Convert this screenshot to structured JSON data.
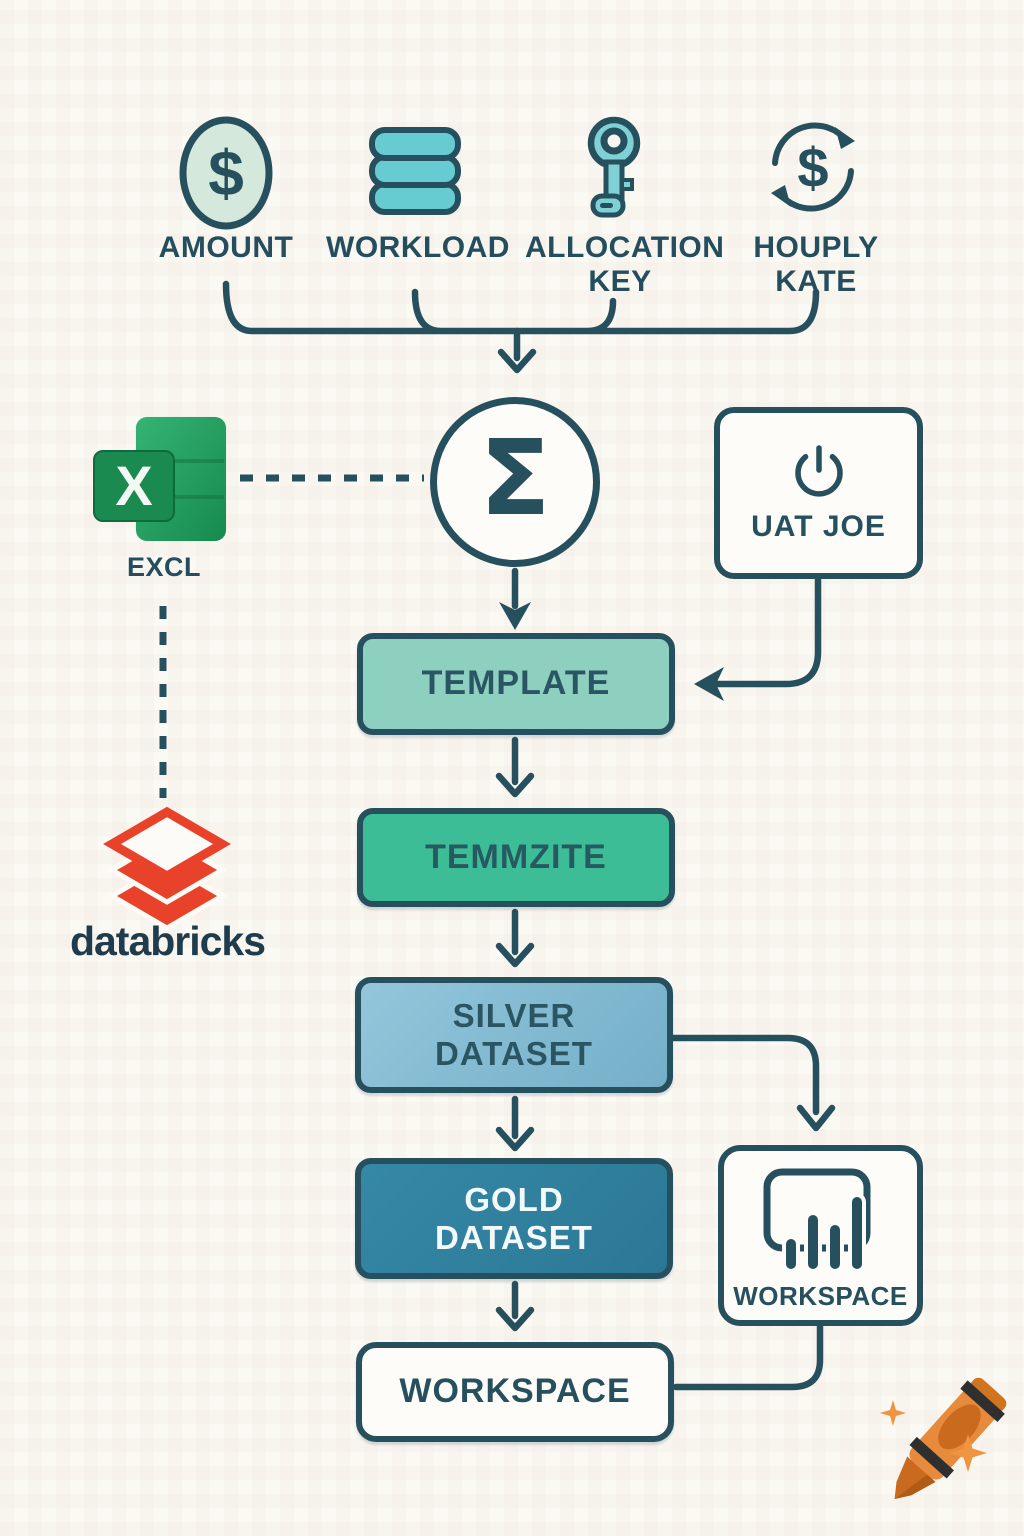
{
  "palette": {
    "ink": "#27505f",
    "background": "#fbf9f4",
    "teal_icon_fill": "#68ccd2",
    "coin_fill": "#d4e9db",
    "template_fill": "#8ed0bf",
    "temmzite_fill": "#3cbd96",
    "silver_fill": "#7fb9d1",
    "gold_fill": "#2e7f9e",
    "databricks_red": "#e8432a",
    "excel_green": "#1e9157",
    "crayon_orange": "#e78a3c"
  },
  "inputs": [
    {
      "label": "AMOUNT",
      "icon": "dollar-coin-icon"
    },
    {
      "label": "WORKLOAD",
      "icon": "database-stack-icon"
    },
    {
      "label": "ALLOCATION\nKEY",
      "icon": "key-icon"
    },
    {
      "label": "HOUPLY\nKATE",
      "icon": "sync-dollar-icon"
    }
  ],
  "aggregator": {
    "symbol": "Σ",
    "icon": "sigma-icon"
  },
  "excel": {
    "label": "EXCL",
    "icon": "excel-icon"
  },
  "databricks": {
    "label": "databricks",
    "icon": "databricks-logo"
  },
  "uat": {
    "label": "UAT JOE",
    "icon": "power-icon"
  },
  "flow": [
    {
      "label": "TEMPLATE"
    },
    {
      "label": "TEMMZITE"
    },
    {
      "label": "SILVER\nDATASET"
    },
    {
      "label": "GOLD\nDATASET"
    },
    {
      "label": "WORKSPACE"
    }
  ],
  "report": {
    "label": "WORKSPACE",
    "icon": "power-bi-icon"
  },
  "watermark": {
    "icon": "crayon-icon"
  }
}
